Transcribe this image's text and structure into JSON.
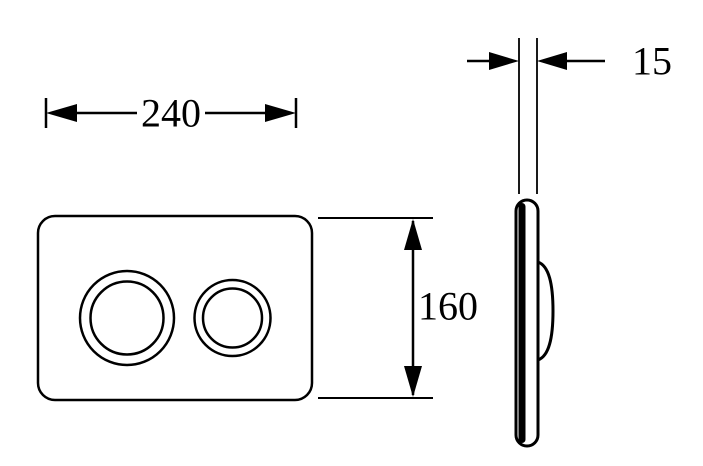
{
  "dimensions": {
    "width": "240",
    "height": "160",
    "thickness": "15"
  },
  "colors": {
    "line": "#000000",
    "background": "#ffffff"
  }
}
